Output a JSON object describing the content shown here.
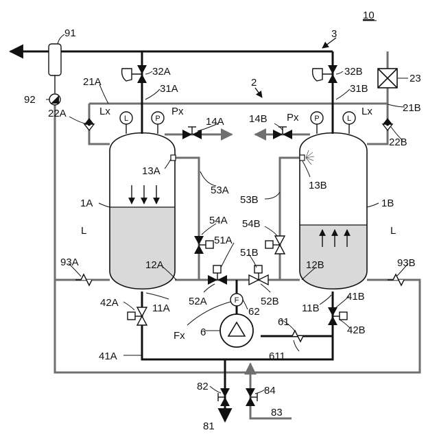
{
  "figure_number": "10",
  "labels": {
    "l91": "91",
    "l3": "3",
    "l32A": "32A",
    "l32B": "32B",
    "l23": "23",
    "l21A": "21A",
    "l2": "2",
    "l31A": "31A",
    "l31B": "31B",
    "l21B": "21B",
    "l92": "92",
    "l22A": "22A",
    "l22B": "22B",
    "lLxA": "Lx",
    "lLxB": "Lx",
    "lPxA": "Px",
    "lPxB": "Px",
    "l14A": "14A",
    "l14B": "14B",
    "l13A": "13A",
    "l13B": "13B",
    "l53A": "53A",
    "l53B": "53B",
    "l1A": "1A",
    "l1B": "1B",
    "l54A": "54A",
    "l54B": "54B",
    "l51A": "51A",
    "l51B": "51B",
    "lLA": "L",
    "lLB": "L",
    "l93A": "93A",
    "l93B": "93B",
    "l12A": "12A",
    "l12B": "12B",
    "l52A": "52A",
    "l52B": "52B",
    "l42A": "42A",
    "l42B": "42B",
    "l11A": "11A",
    "l11B": "11B",
    "l41A": "41A",
    "l41B": "41B",
    "l62": "62",
    "l61": "61",
    "lFx": "Fx",
    "l6": "6",
    "l611": "611",
    "l82": "82",
    "l84": "84",
    "l81": "81",
    "l83": "83"
  },
  "instruments": {
    "level": "L",
    "pressure": "P",
    "flow": "F"
  }
}
